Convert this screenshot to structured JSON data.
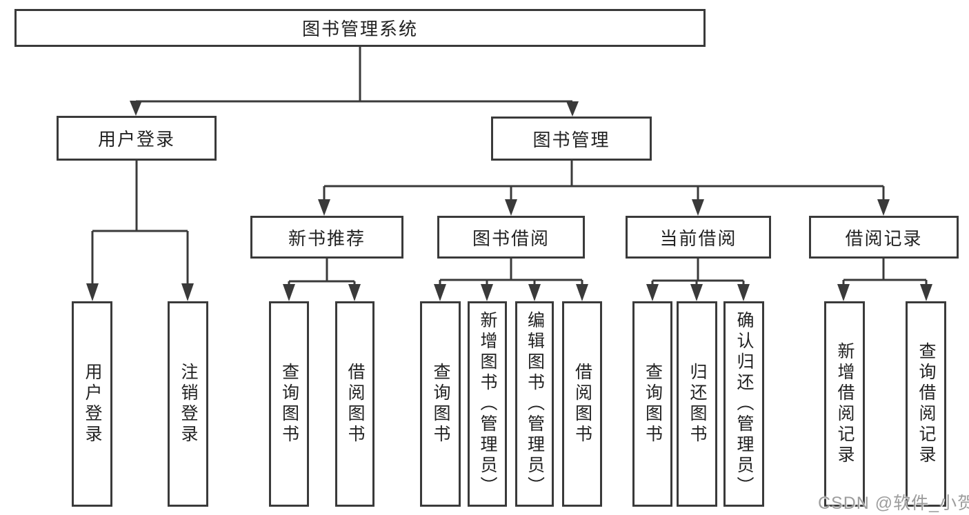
{
  "diagram": {
    "title": "图书管理系统",
    "tree": {
      "label": "图书管理系统",
      "children": [
        {
          "label": "用户登录",
          "children": [
            {
              "label": "用户登录"
            },
            {
              "label": "注销登录"
            }
          ]
        },
        {
          "label": "图书管理",
          "children": [
            {
              "label": "新书推荐",
              "children": [
                {
                  "label": "查询图书"
                },
                {
                  "label": "借阅图书"
                }
              ]
            },
            {
              "label": "图书借阅",
              "children": [
                {
                  "label": "查询图书"
                },
                {
                  "label": "新增图书（管理员）"
                },
                {
                  "label": "编辑图书（管理员）"
                },
                {
                  "label": "借阅图书"
                }
              ]
            },
            {
              "label": "当前借阅",
              "children": [
                {
                  "label": "查询图书"
                },
                {
                  "label": "归还图书"
                },
                {
                  "label": "确认归还（管理员）"
                }
              ]
            },
            {
              "label": "借阅记录",
              "children": [
                {
                  "label": "新增借阅记录"
                },
                {
                  "label": "查询借阅记录"
                }
              ]
            }
          ]
        }
      ]
    },
    "watermark": "CSDN @软件_小贺同学",
    "colors": {
      "line": "#3a3a3a",
      "text": "#222222",
      "watermark": "#9d9d9d",
      "background": "#ffffff"
    }
  }
}
